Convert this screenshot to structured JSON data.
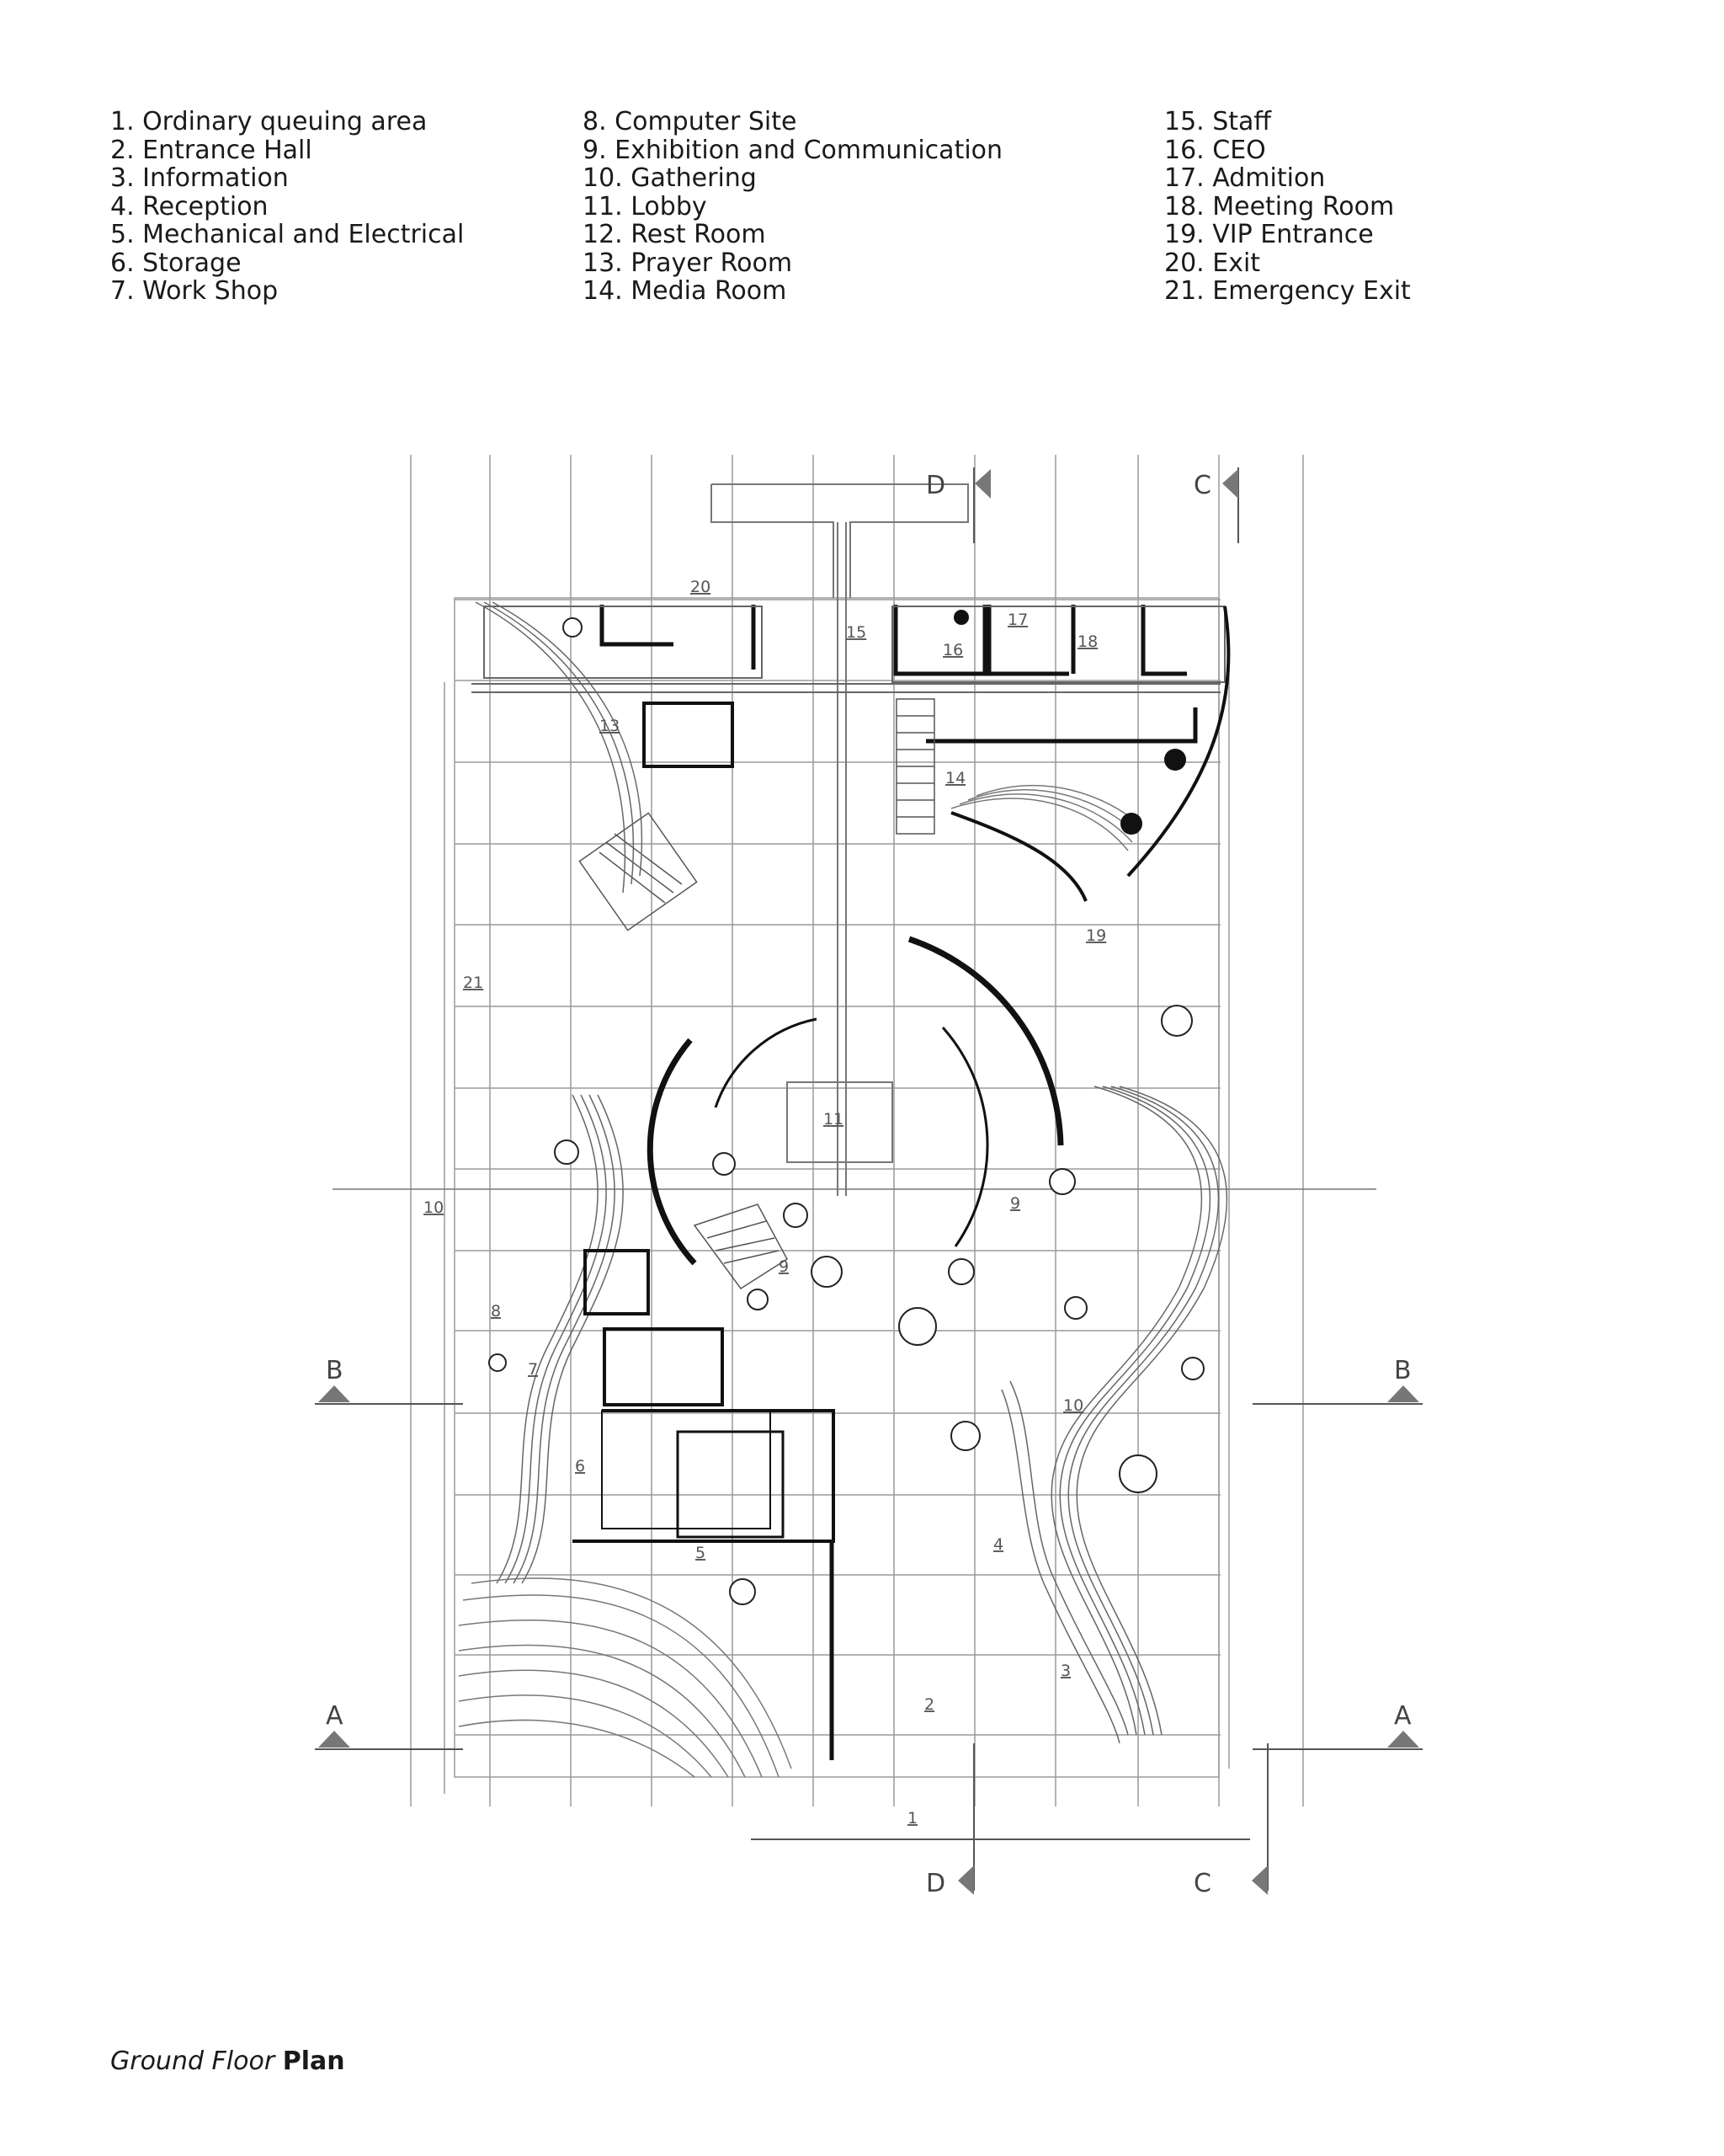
{
  "legend": {
    "columns": [
      [
        "1. Ordinary queuing area",
        "2. Entrance Hall",
        "3. Information",
        "4. Reception",
        "5. Mechanical and Electrical",
        "6. Storage",
        "7. Work Shop"
      ],
      [
        "8. Computer Site",
        "9. Exhibition and Communication",
        "10. Gathering",
        "11. Lobby",
        "12. Rest Room",
        "13. Prayer Room",
        "14. Media Room"
      ],
      [
        "15. Staff",
        "16. CEO",
        "17. Admition",
        "18. Meeting Room",
        "19. VIP Entrance",
        "20. Exit",
        "21. Emergency Exit"
      ]
    ]
  },
  "plan": {
    "section_markers": [
      "D",
      "C",
      "B",
      "B",
      "A",
      "A",
      "D",
      "C"
    ],
    "room_numbers": [
      "20",
      "15",
      "16",
      "17",
      "18",
      "13",
      "14",
      "19",
      "21",
      "11",
      "10",
      "9",
      "9",
      "8",
      "7",
      "6",
      "5",
      "10",
      "4",
      "3",
      "2",
      "1"
    ]
  },
  "caption": {
    "italic": "Ground Floor",
    "bold": "Plan"
  },
  "colors": {
    "line": "#8a8a8a",
    "wall": "#111111",
    "text": "#1a1a1a"
  }
}
